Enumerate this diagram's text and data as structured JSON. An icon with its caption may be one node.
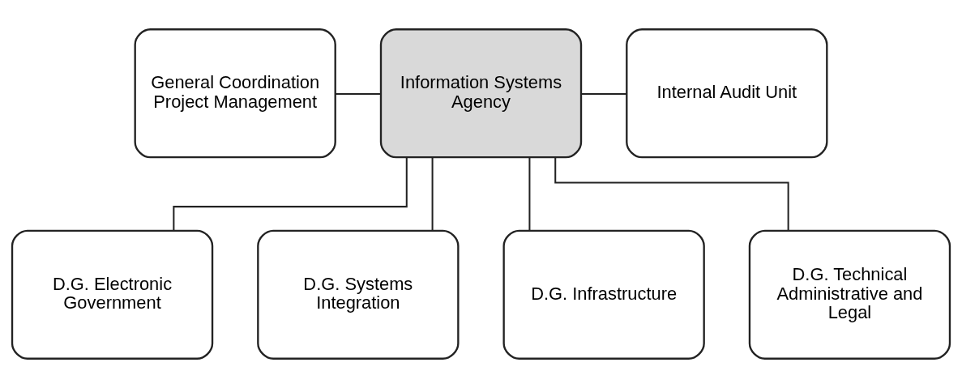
{
  "diagram": {
    "nodes": [
      {
        "text": [
          "General Coordination Project Management"
        ]
      },
      {
        "text": [
          "Information Systems Agency"
        ]
      },
      {
        "text": [
          "Internal Audit Unit"
        ]
      },
      {
        "text": [
          "D.G. Electronic Government"
        ]
      },
      {
        "text": [
          "D.G. Systems Integration"
        ]
      },
      {
        "text": [
          "D.G. Infrastructure"
        ]
      },
      {
        "text": [
          "D.G. Technical Administrative and Legal"
        ]
      }
    ],
    "edges": [
      {
        "from": 0,
        "to": 1,
        "arrow": "none"
      },
      {
        "from": 1,
        "to": 2,
        "arrow": "none"
      },
      {
        "from": 1,
        "to": 3,
        "arrow": "none"
      },
      {
        "from": 1,
        "to": 4,
        "arrow": "none"
      },
      {
        "from": 1,
        "to": 5,
        "arrow": "none"
      },
      {
        "from": 1,
        "to": 6,
        "arrow": "none"
      }
    ]
  }
}
